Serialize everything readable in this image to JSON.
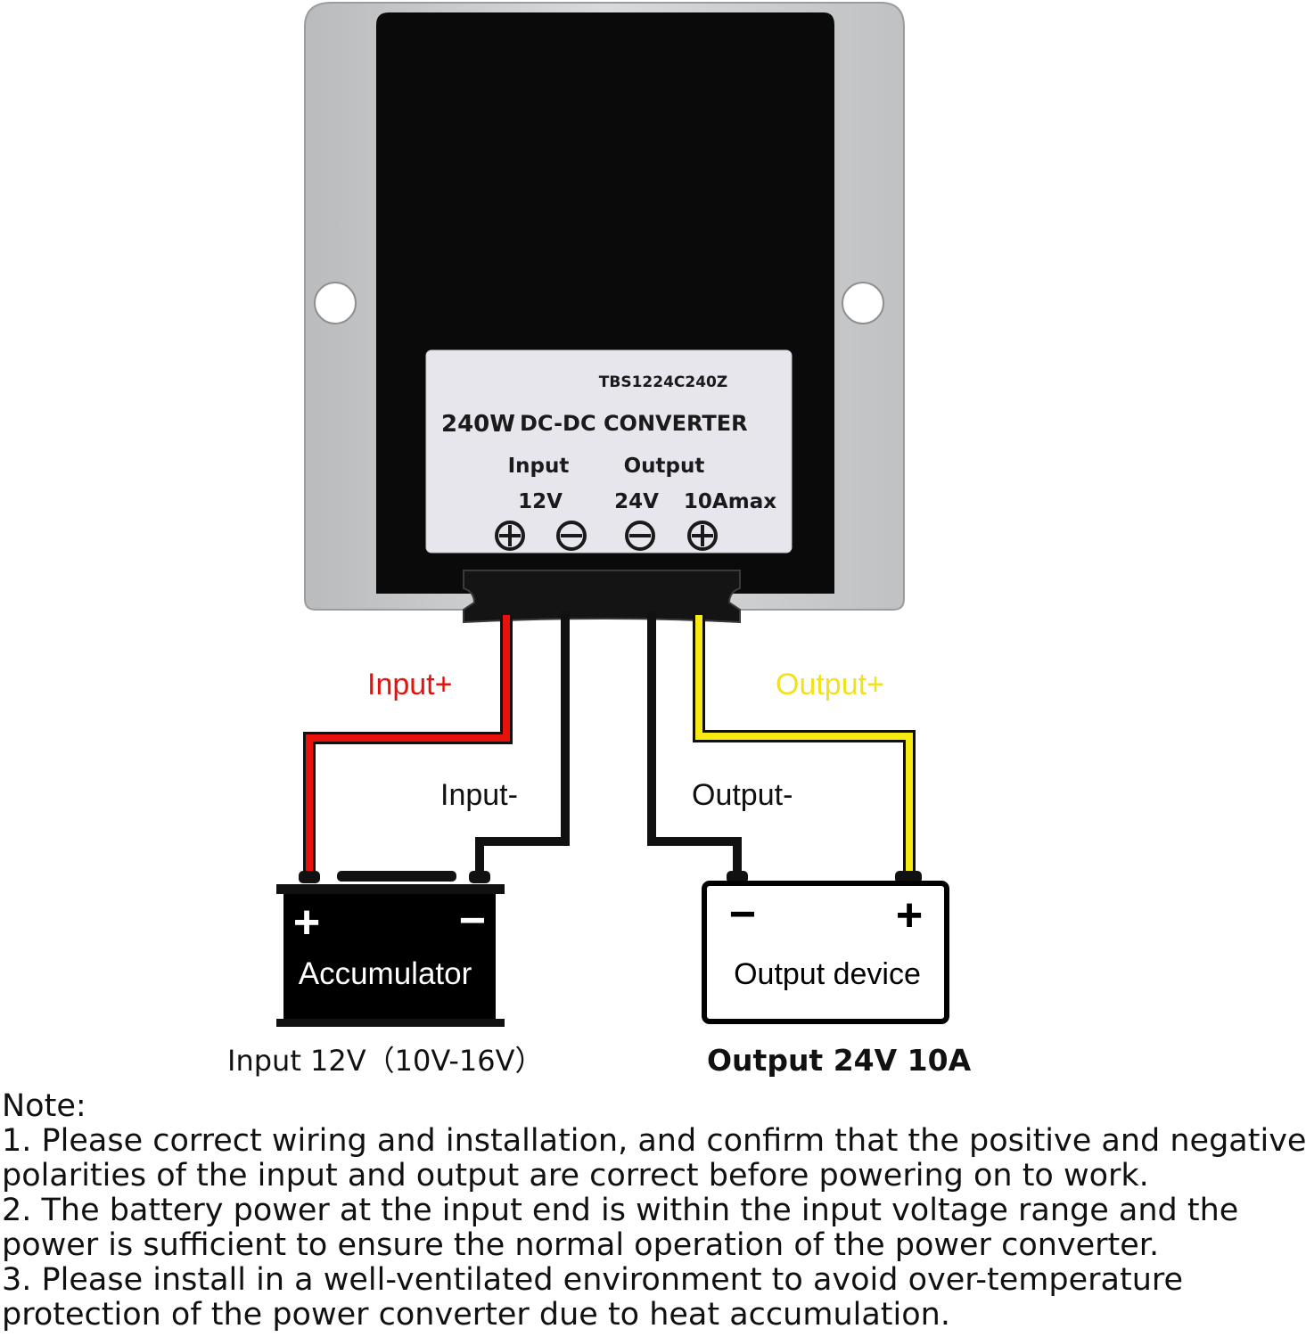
{
  "converter": {
    "model": "TBS1224C240Z",
    "power": "240W",
    "title": "DC-DC CONVERTER",
    "input_label": "Input",
    "output_label": "Output",
    "input_voltage": "12V",
    "output_voltage": "24V",
    "output_current": "10Amax",
    "terminals": [
      "+",
      "−",
      "−",
      "+"
    ]
  },
  "wires": {
    "input_plus": "Input+",
    "input_minus": "Input-",
    "output_minus": "Output-",
    "output_plus": "Output+"
  },
  "colors": {
    "input_plus_wire": "#e8120c",
    "negative_wire": "#111111",
    "output_plus_wire": "#f7ea13",
    "input_plus_label": "#e8120c",
    "output_plus_label": "#f2e21e",
    "housing": "#c9cbcc",
    "body": "#0a0a0a",
    "label_plate": "#e6e6ec"
  },
  "accumulator": {
    "plus": "+",
    "minus": "−",
    "name": "Accumulator",
    "caption": "Input 12V（10V-16V）"
  },
  "output_device": {
    "minus": "−",
    "plus": "+",
    "name": "Output device",
    "caption": "Output 24V 10A"
  },
  "notes": {
    "heading": "Note:",
    "lines": [
      "1. Please correct wiring and installation, and confirm that the positive and negative",
      "polarities of the input and output are correct before powering on to work.",
      "2. The battery power at the input end is within the input voltage range and the",
      "power is sufficient to ensure the normal operation of the power converter.",
      "3. Please install in a well-ventilated environment to avoid over-temperature",
      "protection of the power converter due to heat accumulation."
    ]
  }
}
